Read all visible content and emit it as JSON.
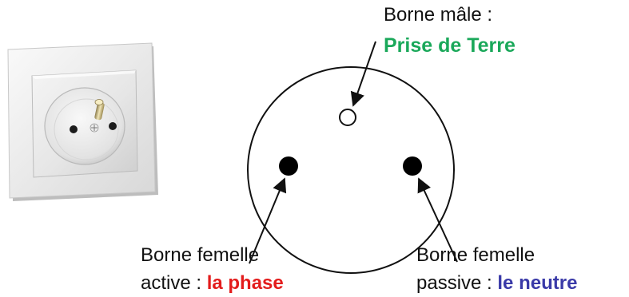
{
  "colors": {
    "terre": "#1aa85a",
    "phase": "#e31c1c",
    "neutre": "#3a3aa8",
    "outline": "#111111",
    "background": "#ffffff"
  },
  "labels": {
    "male": {
      "line1": "Borne mâle :",
      "name": "Prise de Terre"
    },
    "active": {
      "line1": "Borne femelle",
      "prefix": "active : ",
      "name": "la phase"
    },
    "passive": {
      "line1": "Borne femelle",
      "prefix": "passive : ",
      "name": "le neutre"
    }
  }
}
